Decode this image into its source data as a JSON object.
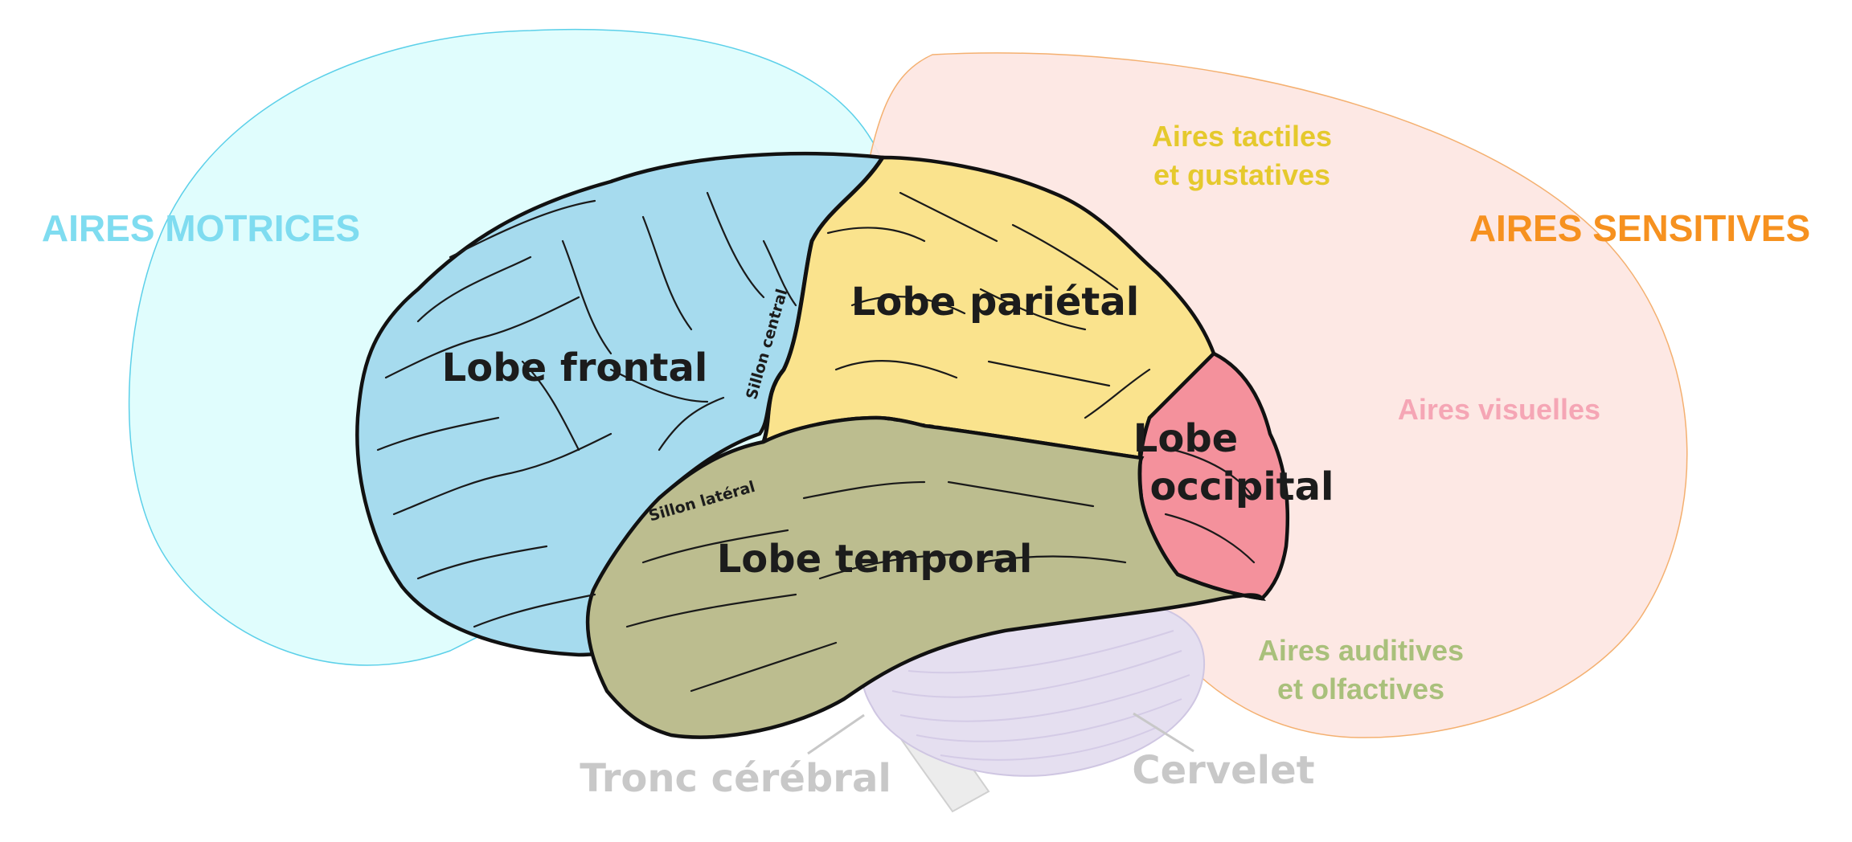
{
  "areas": {
    "motor_title": "AIRES MOTRICES",
    "sensory_title": "AIRES SENSITIVES",
    "tactile_line1": "Aires tactiles",
    "tactile_line2": "et gustatives",
    "visual": "Aires visuelles",
    "auditory_line1": "Aires auditives",
    "auditory_line2": "et olfactives"
  },
  "lobes": {
    "frontal": "Lobe frontal",
    "parietal": "Lobe pariétal",
    "occipital_line1": "Lobe",
    "occipital_line2": "occipital",
    "temporal": "Lobe temporal"
  },
  "sulci": {
    "central": "Sillon central",
    "lateral": "Sillon latéral"
  },
  "other_structures": {
    "brainstem": "Tronc cérébral",
    "cerebellum": "Cervelet"
  },
  "colors": {
    "motor_area": "#e0fdfd",
    "motor_border": "#5cd0e9",
    "motor_text": "#7fdcf0",
    "sensory_area": "#fde6e2",
    "sensory_border": "#f4b070",
    "sensory_text": "#f6911f",
    "frontal": "#a6dbee",
    "parietal": "#fae38d",
    "temporal": "#bcbd8f",
    "occipital": "#f4919c",
    "tactile_text": "#e5c92d",
    "visual_text": "#f5a6b5",
    "auditory_text": "#a9c07b",
    "faded_label": "#c8c8c8",
    "cerebellum_fill": "#e5dff0",
    "brainstem_fill": "#ececec",
    "lobe_label": "#1c1c1c"
  }
}
